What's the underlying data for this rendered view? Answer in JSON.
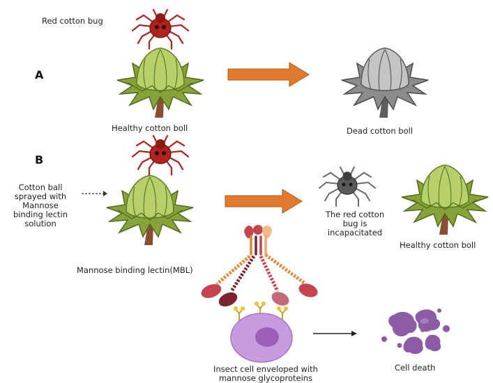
{
  "panels": {
    "a": "A",
    "b": "B"
  },
  "labels": {
    "red_cotton_bug": "Red cotton bug",
    "healthy_boll_a": "Healthy cotton boll",
    "dead_boll": "Dead cotton boll",
    "sprayed": [
      "Cotton ball",
      "sprayed with",
      "Mannose",
      "binding lectin",
      "solution"
    ],
    "bug_incapacitated": [
      "The red cotton",
      "bug is",
      "incapacitated"
    ],
    "healthy_boll_b": "Healthy cotton boll",
    "mbl": "Mannose binding lectin(MBL)",
    "insect_cell": [
      "Insect cell enveloped with",
      "mannose glycoproteins"
    ],
    "cell_death": "Cell death"
  },
  "colors": {
    "boll_light": "#b9cf6a",
    "boll_dark": "#6d8a2e",
    "stem": "#8a4e32",
    "dead_light": "#bdbdbd",
    "dead_dark": "#6f6f6f",
    "bug_red": "#b0231d",
    "bug_gray": "#6a6a6a",
    "arrow_orange": "#e07a2e",
    "cell_purple": "#c79be0",
    "nucleus_purple": "#9b5fb8",
    "death_purple": "#8b5ca3",
    "lectin_orange": "#e0882e",
    "lectin_red": "#c5424f",
    "lectin_maroon": "#7a2430",
    "glyco_yellow": "#f2c12e"
  }
}
